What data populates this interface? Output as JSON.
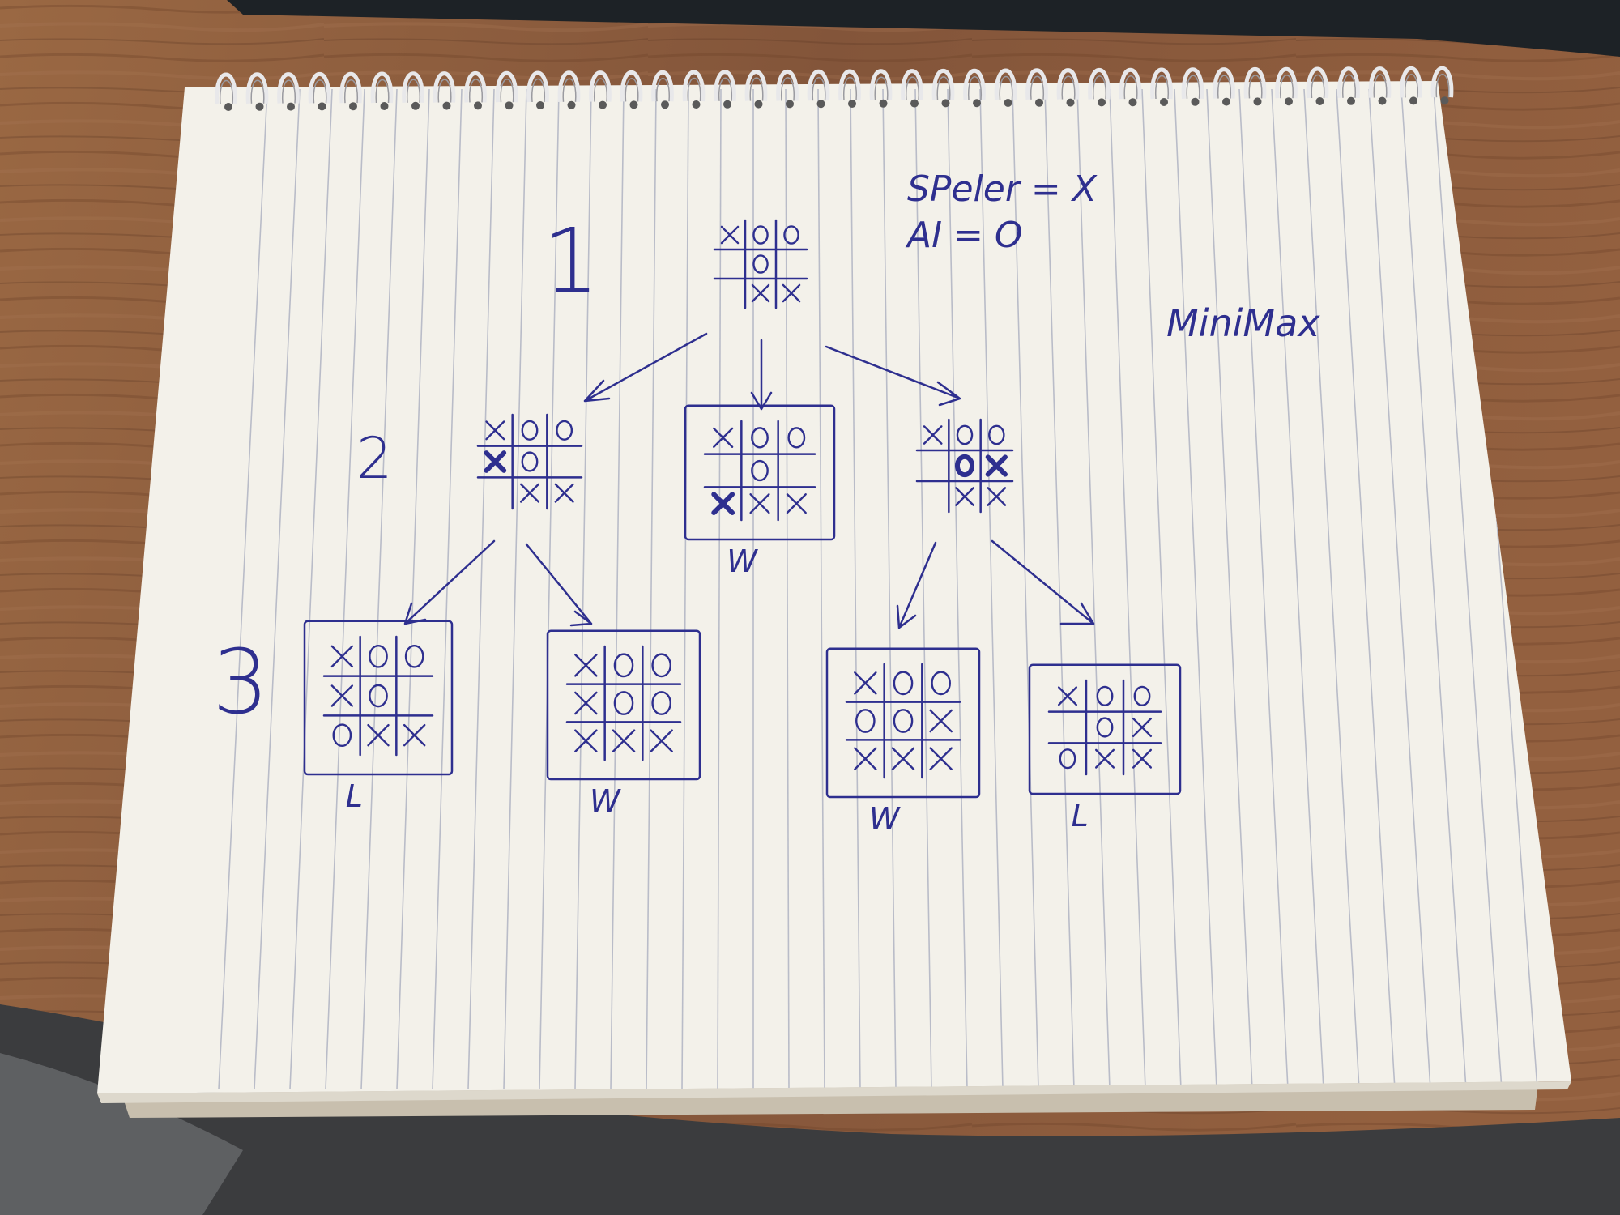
{
  "colors": {
    "ink": "#2e2f8f",
    "paper": "#f3f1ea",
    "rule": "#b9bcc8",
    "desk": "#8a5a3a",
    "keyboard": "#1d2226"
  },
  "notes": {
    "player": "SPeler = X",
    "ai": "AI = O",
    "title": "MiniMax"
  },
  "levels": [
    "1",
    "2",
    "3"
  ],
  "boards": [
    {
      "id": "root",
      "cells": [
        "X",
        "O",
        "O",
        "",
        "O",
        "",
        "",
        "X",
        "X"
      ],
      "boxed": false,
      "result": "",
      "bold": []
    },
    {
      "id": "left",
      "cells": [
        "X",
        "O",
        "O",
        "X",
        "O",
        "",
        "",
        "X",
        "X"
      ],
      "boxed": false,
      "result": "",
      "bold": [
        3
      ]
    },
    {
      "id": "middle",
      "cells": [
        "X",
        "O",
        "O",
        "",
        "O",
        "",
        "X",
        "X",
        "X"
      ],
      "boxed": true,
      "result": "W",
      "bold": [
        6
      ]
    },
    {
      "id": "right",
      "cells": [
        "X",
        "O",
        "O",
        "",
        "O",
        "X",
        "",
        "X",
        "X"
      ],
      "boxed": false,
      "result": "",
      "bold": [
        4,
        5
      ]
    },
    {
      "id": "leaf-1",
      "cells": [
        "X",
        "O",
        "O",
        "X",
        "O",
        "",
        "O",
        "X",
        "X"
      ],
      "boxed": true,
      "result": "L",
      "bold": []
    },
    {
      "id": "leaf-2",
      "cells": [
        "X",
        "O",
        "O",
        "X",
        "O",
        "O",
        "X",
        "X",
        "X"
      ],
      "boxed": true,
      "result": "W",
      "bold": []
    },
    {
      "id": "leaf-3",
      "cells": [
        "X",
        "O",
        "O",
        "O",
        "O",
        "X",
        "X",
        "X",
        "X"
      ],
      "boxed": true,
      "result": "W",
      "bold": []
    },
    {
      "id": "leaf-4",
      "cells": [
        "X",
        "O",
        "O",
        "",
        "O",
        "X",
        "O",
        "X",
        "X"
      ],
      "boxed": true,
      "result": "L",
      "bold": []
    }
  ]
}
